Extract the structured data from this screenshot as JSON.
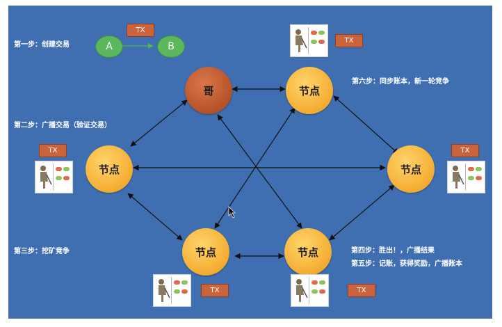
{
  "steps": {
    "step1": "第一步：创建交易",
    "step2": "第二步：广播交易（验证交易）",
    "step3": "第三步：挖矿竞争",
    "step4": "第四步：胜出！，广播结果",
    "step5": "第五步：记账，获得奖励，广播账本",
    "step6": "第六步：同步账本，新一轮竞争"
  },
  "transaction": {
    "from": "A",
    "to": "B",
    "tx_label": "TX"
  },
  "nodes": {
    "brother": "哥",
    "node_label": "节点"
  },
  "colors": {
    "background": "#3f6fb0",
    "node": "#f6b23a",
    "brother_node": "#b8542a",
    "tx_box": "#c9643d",
    "account_circles": "#5cb85c"
  }
}
